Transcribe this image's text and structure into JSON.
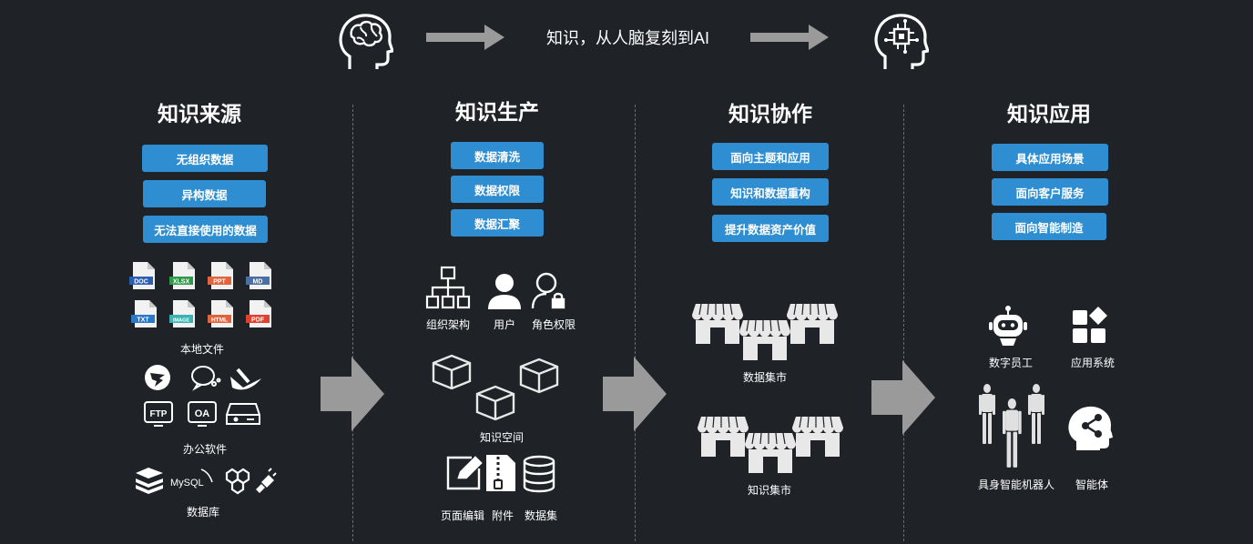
{
  "header": {
    "title": "知识，从人脑复刻到AI",
    "brain_icon": "human-brain-icon",
    "ai_icon": "ai-chip-head-icon"
  },
  "columns": [
    {
      "title": "知识来源",
      "tags": [
        "无组织数据",
        "异构数据",
        "无法直接使用的数据"
      ],
      "local_files": {
        "file_types": [
          "DOC",
          "XLSX",
          "PPT",
          "MD",
          "TXT",
          "IMAGE",
          "HTML",
          "PDF"
        ],
        "caption": "本地文件"
      },
      "office_caption": "办公软件",
      "office_icon_labels": [
        "FTP",
        "OA"
      ],
      "db_caption": "数据库",
      "db_icon_label": "MySQL"
    },
    {
      "title": "知识生产",
      "tags": [
        "数据清洗",
        "数据权限",
        "数据汇聚"
      ],
      "perm_items": [
        "组织架构",
        "用户",
        "角色权限"
      ],
      "space_caption": "知识空间",
      "content_items": [
        "页面编辑",
        "附件",
        "数据集"
      ]
    },
    {
      "title": "知识协作",
      "tags": [
        "面向主题和应用",
        "知识和数据重构",
        "提升数据资产价值"
      ],
      "market_captions": [
        "数据集市",
        "知识集市"
      ]
    },
    {
      "title": "知识应用",
      "tags": [
        "具体应用场景",
        "面向客户服务",
        "面向智能制造"
      ],
      "apps": [
        "数字员工",
        "应用系统",
        "具身智能机器人",
        "智能体"
      ]
    }
  ],
  "colors": {
    "background": "#1f2226",
    "tag": "#2f8ed1",
    "arrow": "#9a9a9a",
    "doc": "#2b5fb4",
    "xlsx": "#2e9a4a",
    "ppt": "#e2643c",
    "md": "#4a6fa5",
    "txt": "#2a78c8",
    "image": "#3bb3b3",
    "html": "#e2643c",
    "pdf": "#e0412e"
  }
}
